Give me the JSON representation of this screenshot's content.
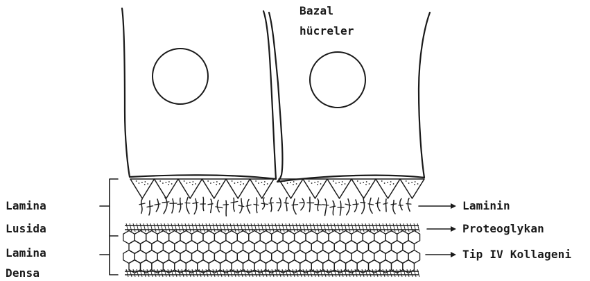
{
  "cell_label": {
    "line1": "Bazal",
    "line2": "hücreler"
  },
  "left_labels": {
    "lamina_1": "Lamina",
    "lusida": "Lusida",
    "lamina_2": "Lamina",
    "densa": "Densa"
  },
  "right_labels": {
    "laminin": "Laminin",
    "proteoglykan": "Proteoglykan",
    "kollagen": "Tip IV Kollageni"
  },
  "ink_color": "#1a1a1a"
}
